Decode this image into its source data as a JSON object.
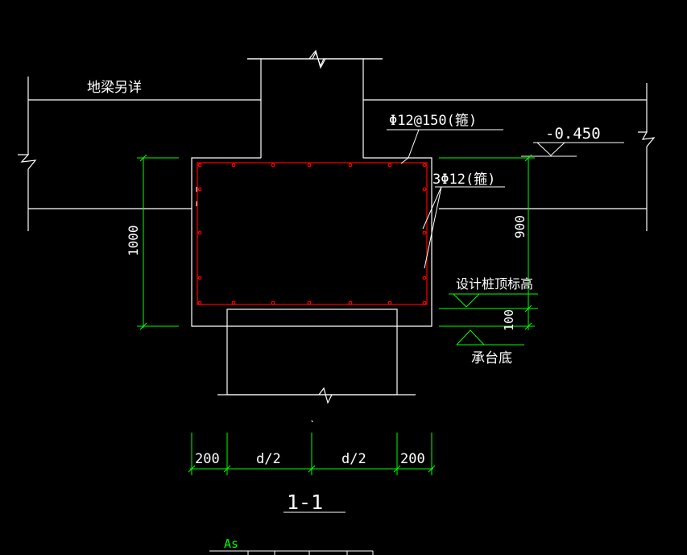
{
  "labels": {
    "ground_beam_note": "地梁另详",
    "stirrup_spec": "Φ12@150(箍)",
    "side_bars_spec": "3Φ12(箍)",
    "elevation": "-0.450",
    "pile_top_note": "设计桩顶标高",
    "cap_bottom_note": "承台底",
    "section_title": "1-1",
    "as_label": "As"
  },
  "dimensions": {
    "cap_height": "1000",
    "right_depth": "900",
    "pile_embed": "100",
    "bottom_left_edge": "200",
    "half_d_left": "d/2",
    "half_d_right": "d/2",
    "bottom_right_edge": "200"
  },
  "colors": {
    "background": "#000000",
    "outline": "#ffffff",
    "dimension": "#00ff00",
    "rebar": "#ff0000"
  }
}
